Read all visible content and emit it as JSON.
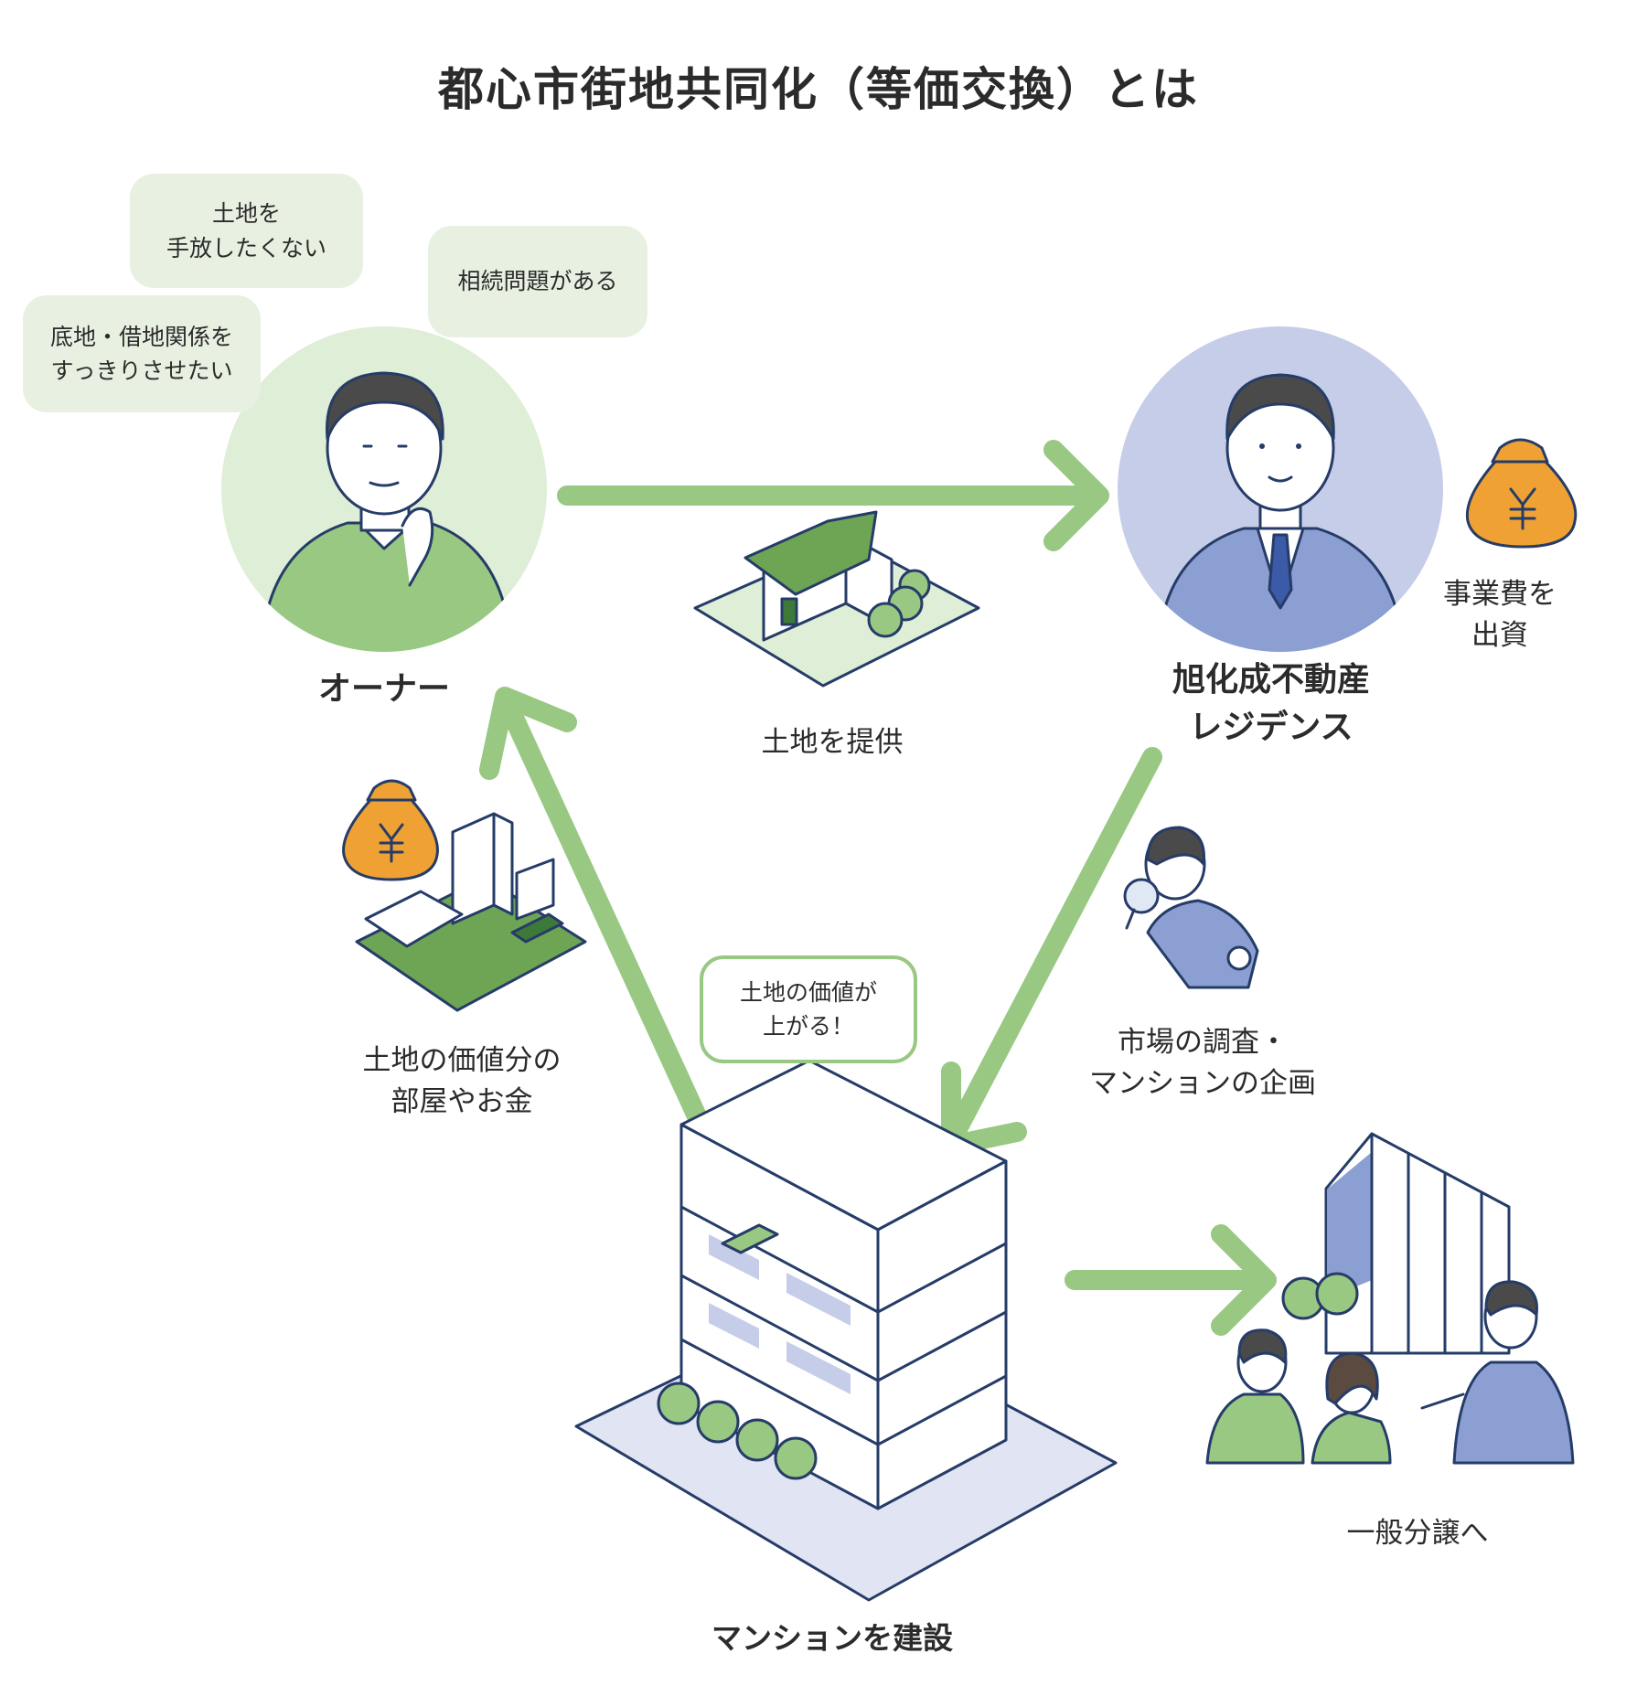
{
  "title": "都心市街地共同化（等価交換）とは",
  "owner": {
    "name": "オーナー",
    "bubbles": [
      "土地を\n手放したくない",
      "相続問題がある",
      "底地・借地関係を\nすっきりさせたい"
    ]
  },
  "company": {
    "name": "旭化成不動産\nレジデンス"
  },
  "investment": "事業費を\n出資",
  "provide_land": "土地を提供",
  "owner_return": "土地の価値分の\n部屋やお金",
  "value_bubble": "土地の価値が\n上がる！",
  "research": "市場の調査・\nマンションの企画",
  "build": "マンションを建設",
  "sale": "一般分譲へ",
  "currency_symbol": "¥",
  "colors": {
    "arrow_green": "#98c882",
    "light_green": "#dfeed6",
    "bubble_green": "#e8f1e1",
    "suit_blue": "#8c9fd2",
    "circle_blue": "#c6cde9",
    "money_orange": "#efa233",
    "outline_navy": "#263c68"
  }
}
